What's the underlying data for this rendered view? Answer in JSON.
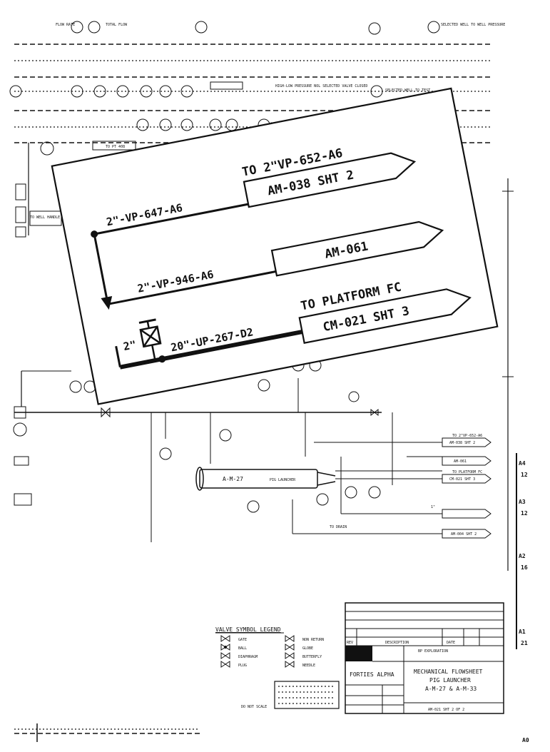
{
  "top_strip": {
    "labels": [
      "FLOW RATE",
      "TOTAL FLOW",
      "SELECTED WELL TO WELL PRESSURE",
      "HIGH-LOW PRESSURE NOL SELECTED VALVE CLOSED",
      "TO PT 408",
      "SELECTED WELL TO TEST",
      "TO WELL HANDLE SURFACE VALVES D.S."
    ]
  },
  "inset": {
    "arrow_1_line1": "TO 2\"VP-652-A6",
    "arrow_1_line2": "AM-038 SHT 2",
    "arrow_2_line1": "AM-061",
    "arrow_3_line1": "TO PLATFORM FC",
    "arrow_3_line2": "CM-021 SHT 3",
    "pipe_1": "2\"-VP-647-A6",
    "pipe_2": "2\"-VP-946-A6",
    "pipe_3": "20\"-UP-267-D2",
    "valve_size": "2\""
  },
  "main": {
    "launcher_tag": "A-M-27",
    "launcher_desc": "PIG LAUNCHER",
    "drain_label": "TO DRAIN",
    "small_arrows": [
      {
        "line1": "TO 2\"VP-652-A6",
        "line2": "AM-038 SHT 2"
      },
      {
        "line1": "AM-061",
        "line2": ""
      },
      {
        "line1": "TO PLATFORM FC",
        "line2": "CM-021 SHT 3"
      },
      {
        "line1": "1\"",
        "line2": ""
      },
      {
        "line1": "AM-004 SHT 2",
        "line2": ""
      }
    ]
  },
  "legend": {
    "title": "VALVE SYMBOL LEGEND",
    "items": [
      "GATE",
      "BALL",
      "DIAPHRAGM",
      "PLUG",
      "NON RETURN",
      "GLOBE",
      "BUTTERFLY",
      "NEEDLE"
    ]
  },
  "title_block": {
    "rev_header": "REV",
    "desc_header": "DESCRIPTION",
    "date_header": "DATE",
    "company": "BP EXPLORATION",
    "field": "FORTIES ALPHA",
    "title1": "MECHANICAL FLOWSHEET",
    "title2": "PIG LAUNCHER",
    "title3": "A-M-27 & A-M-33",
    "drawing_no": "AM-021 SHT 2 OF 2",
    "not_to_scale": "DO NOT SCALE"
  },
  "margin_refs": [
    {
      "letter": "A4",
      "num": "12"
    },
    {
      "letter": "A3",
      "num": "12"
    },
    {
      "letter": "A2",
      "num": "16"
    },
    {
      "letter": "A1",
      "num": "21"
    }
  ],
  "sheet_size": "A0"
}
